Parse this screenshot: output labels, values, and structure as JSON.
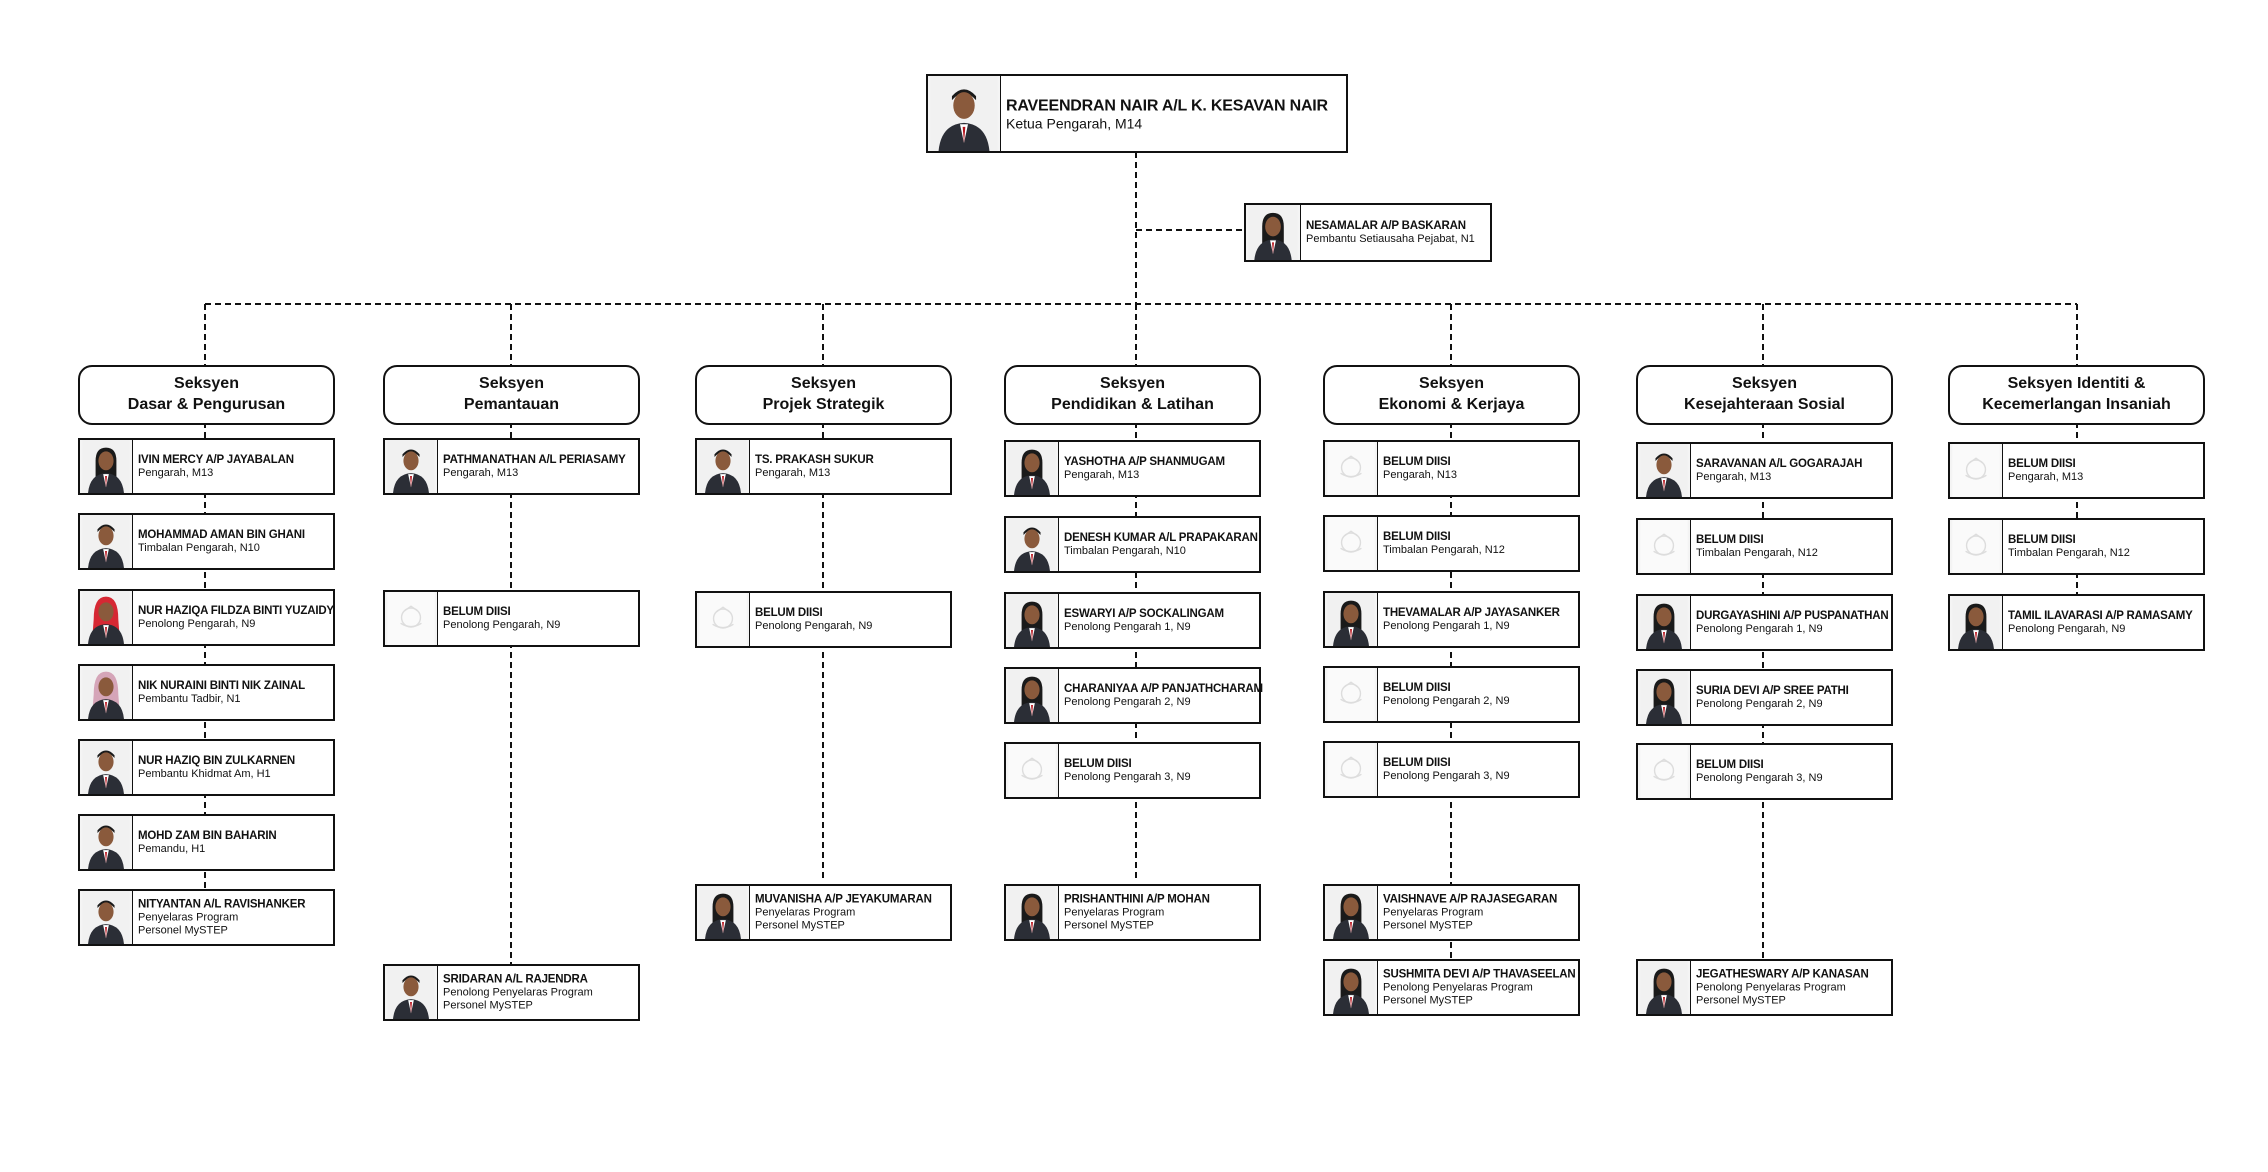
{
  "director": {
    "name": "RAVEENDRAN NAIR A/L K. KESAVAN NAIR",
    "post": "Ketua Pengarah, M14",
    "photo": "person-male"
  },
  "assistant": {
    "name": "NESAMALAR A/P BASKARAN",
    "post": "Pembantu Setiausaha Pejabat, N1",
    "photo": "person-female"
  },
  "sections": [
    {
      "line1": "Seksyen",
      "line2": "Dasar & Pengurusan",
      "members": [
        {
          "name": "IVIN MERCY A/P JAYABALAN",
          "post": "Pengarah, M13",
          "photo": "person-female"
        },
        {
          "name": "MOHAMMAD AMAN BIN GHANI",
          "post": "Timbalan Pengarah, N10",
          "photo": "person-male"
        },
        {
          "name": "NUR HAZIQA FILDZA BINTI YUZAIDY",
          "post": "Penolong Pengarah, N9",
          "photo": "person-hijab-red"
        },
        {
          "name": "NIK NURAINI BINTI NIK ZAINAL",
          "post": "Pembantu Tadbir, N1",
          "photo": "person-hijab-pink"
        },
        {
          "name": "NUR HAZIQ BIN ZULKARNEN",
          "post": "Pembantu Khidmat Am, H1",
          "photo": "person-male"
        },
        {
          "name": "MOHD ZAM BIN BAHARIN",
          "post": "Pemandu, H1",
          "photo": "person-male"
        },
        {
          "name": "NITYANTAN A/L RAVISHANKER",
          "post": "Penyelaras Program",
          "post2": "Personel MySTEP",
          "photo": "person-male"
        }
      ]
    },
    {
      "line1": "Seksyen",
      "line2": "Pemantauan",
      "members": [
        {
          "name": "PATHMANATHAN A/L PERIASAMY",
          "post": "Pengarah, M13",
          "photo": "person-male"
        },
        {
          "name": "BELUM DIISI",
          "post": "Penolong Pengarah, N9",
          "photo": "crest-placeholder"
        },
        {
          "name": "SRIDARAN A/L RAJENDRA",
          "post": "Penolong Penyelaras Program",
          "post2": "Personel MySTEP",
          "photo": "person-male"
        }
      ]
    },
    {
      "line1": "Seksyen",
      "line2": "Projek Strategik",
      "members": [
        {
          "name": "TS. PRAKASH SUKUR",
          "post": "Pengarah, M13",
          "photo": "person-male"
        },
        {
          "name": "BELUM DIISI",
          "post": "Penolong Pengarah, N9",
          "photo": "crest-placeholder"
        },
        {
          "name": "MUVANISHA A/P JEYAKUMARAN",
          "post": "Penyelaras Program",
          "post2": "Personel MySTEP",
          "photo": "person-female"
        }
      ]
    },
    {
      "line1": "Seksyen",
      "line2": "Pendidikan & Latihan",
      "members": [
        {
          "name": "YASHOTHA A/P SHANMUGAM",
          "post": "Pengarah, M13",
          "photo": "person-female"
        },
        {
          "name": "DENESH KUMAR A/L PRAPAKARAN",
          "post": "Timbalan Pengarah, N10",
          "photo": "person-male"
        },
        {
          "name": "ESWARYI A/P SOCKALINGAM",
          "post": "Penolong Pengarah 1, N9",
          "photo": "person-female"
        },
        {
          "name": "CHARANIYAA A/P PANJATHCHARAM",
          "post": "Penolong Pengarah 2, N9",
          "photo": "person-female"
        },
        {
          "name": "BELUM DIISI",
          "post": "Penolong Pengarah 3, N9",
          "photo": "crest-placeholder"
        },
        {
          "name": "PRISHANTHINI A/P MOHAN",
          "post": "Penyelaras Program",
          "post2": "Personel MySTEP",
          "photo": "person-female"
        }
      ]
    },
    {
      "line1": "Seksyen",
      "line2": "Ekonomi & Kerjaya",
      "members": [
        {
          "name": "BELUM DIISI",
          "post": "Pengarah, N13",
          "photo": "crest-placeholder"
        },
        {
          "name": "BELUM DIISI",
          "post": "Timbalan Pengarah, N12",
          "photo": "crest-placeholder"
        },
        {
          "name": "THEVAMALAR A/P JAYASANKER",
          "post": "Penolong Pengarah 1, N9",
          "photo": "person-female"
        },
        {
          "name": "BELUM DIISI",
          "post": "Penolong Pengarah 2, N9",
          "photo": "crest-placeholder"
        },
        {
          "name": "BELUM DIISI",
          "post": "Penolong Pengarah 3, N9",
          "photo": "crest-placeholder"
        },
        {
          "name": "VAISHNAVE A/P RAJASEGARAN",
          "post": "Penyelaras Program",
          "post2": "Personel MySTEP",
          "photo": "person-female"
        },
        {
          "name": "SUSHMITA DEVI A/P THAVASEELAN",
          "post": "Penolong Penyelaras Program",
          "post2": "Personel MySTEP",
          "photo": "person-female"
        }
      ]
    },
    {
      "line1": "Seksyen",
      "line2": "Kesejahteraan Sosial",
      "members": [
        {
          "name": "SARAVANAN A/L GOGARAJAH",
          "post": "Pengarah, M13",
          "photo": "person-male"
        },
        {
          "name": "BELUM DIISI",
          "post": "Timbalan Pengarah, N12",
          "photo": "crest-placeholder"
        },
        {
          "name": "DURGAYASHINI A/P PUSPANATHAN",
          "post": "Penolong Pengarah 1, N9",
          "photo": "person-female"
        },
        {
          "name": "SURIA DEVI A/P SREE PATHI",
          "post": "Penolong Pengarah 2, N9",
          "photo": "person-female"
        },
        {
          "name": "BELUM DIISI",
          "post": "Penolong Pengarah 3, N9",
          "photo": "crest-placeholder"
        },
        {
          "name": "JEGATHESWARY A/P KANASAN",
          "post": "Penolong Penyelaras Program",
          "post2": "Personel MySTEP",
          "photo": "person-female"
        }
      ]
    },
    {
      "line1": "Seksyen Identiti &",
      "line2": "Kecemerlangan Insaniah",
      "members": [
        {
          "name": "BELUM DIISI",
          "post": "Pengarah, M13",
          "photo": "crest-placeholder"
        },
        {
          "name": "BELUM DIISI",
          "post": "Timbalan Pengarah, N12",
          "photo": "crest-placeholder"
        },
        {
          "name": "TAMIL ILAVARASI A/P RAMASAMY",
          "post": "Penolong Pengarah, N9",
          "photo": "person-female"
        }
      ]
    }
  ]
}
